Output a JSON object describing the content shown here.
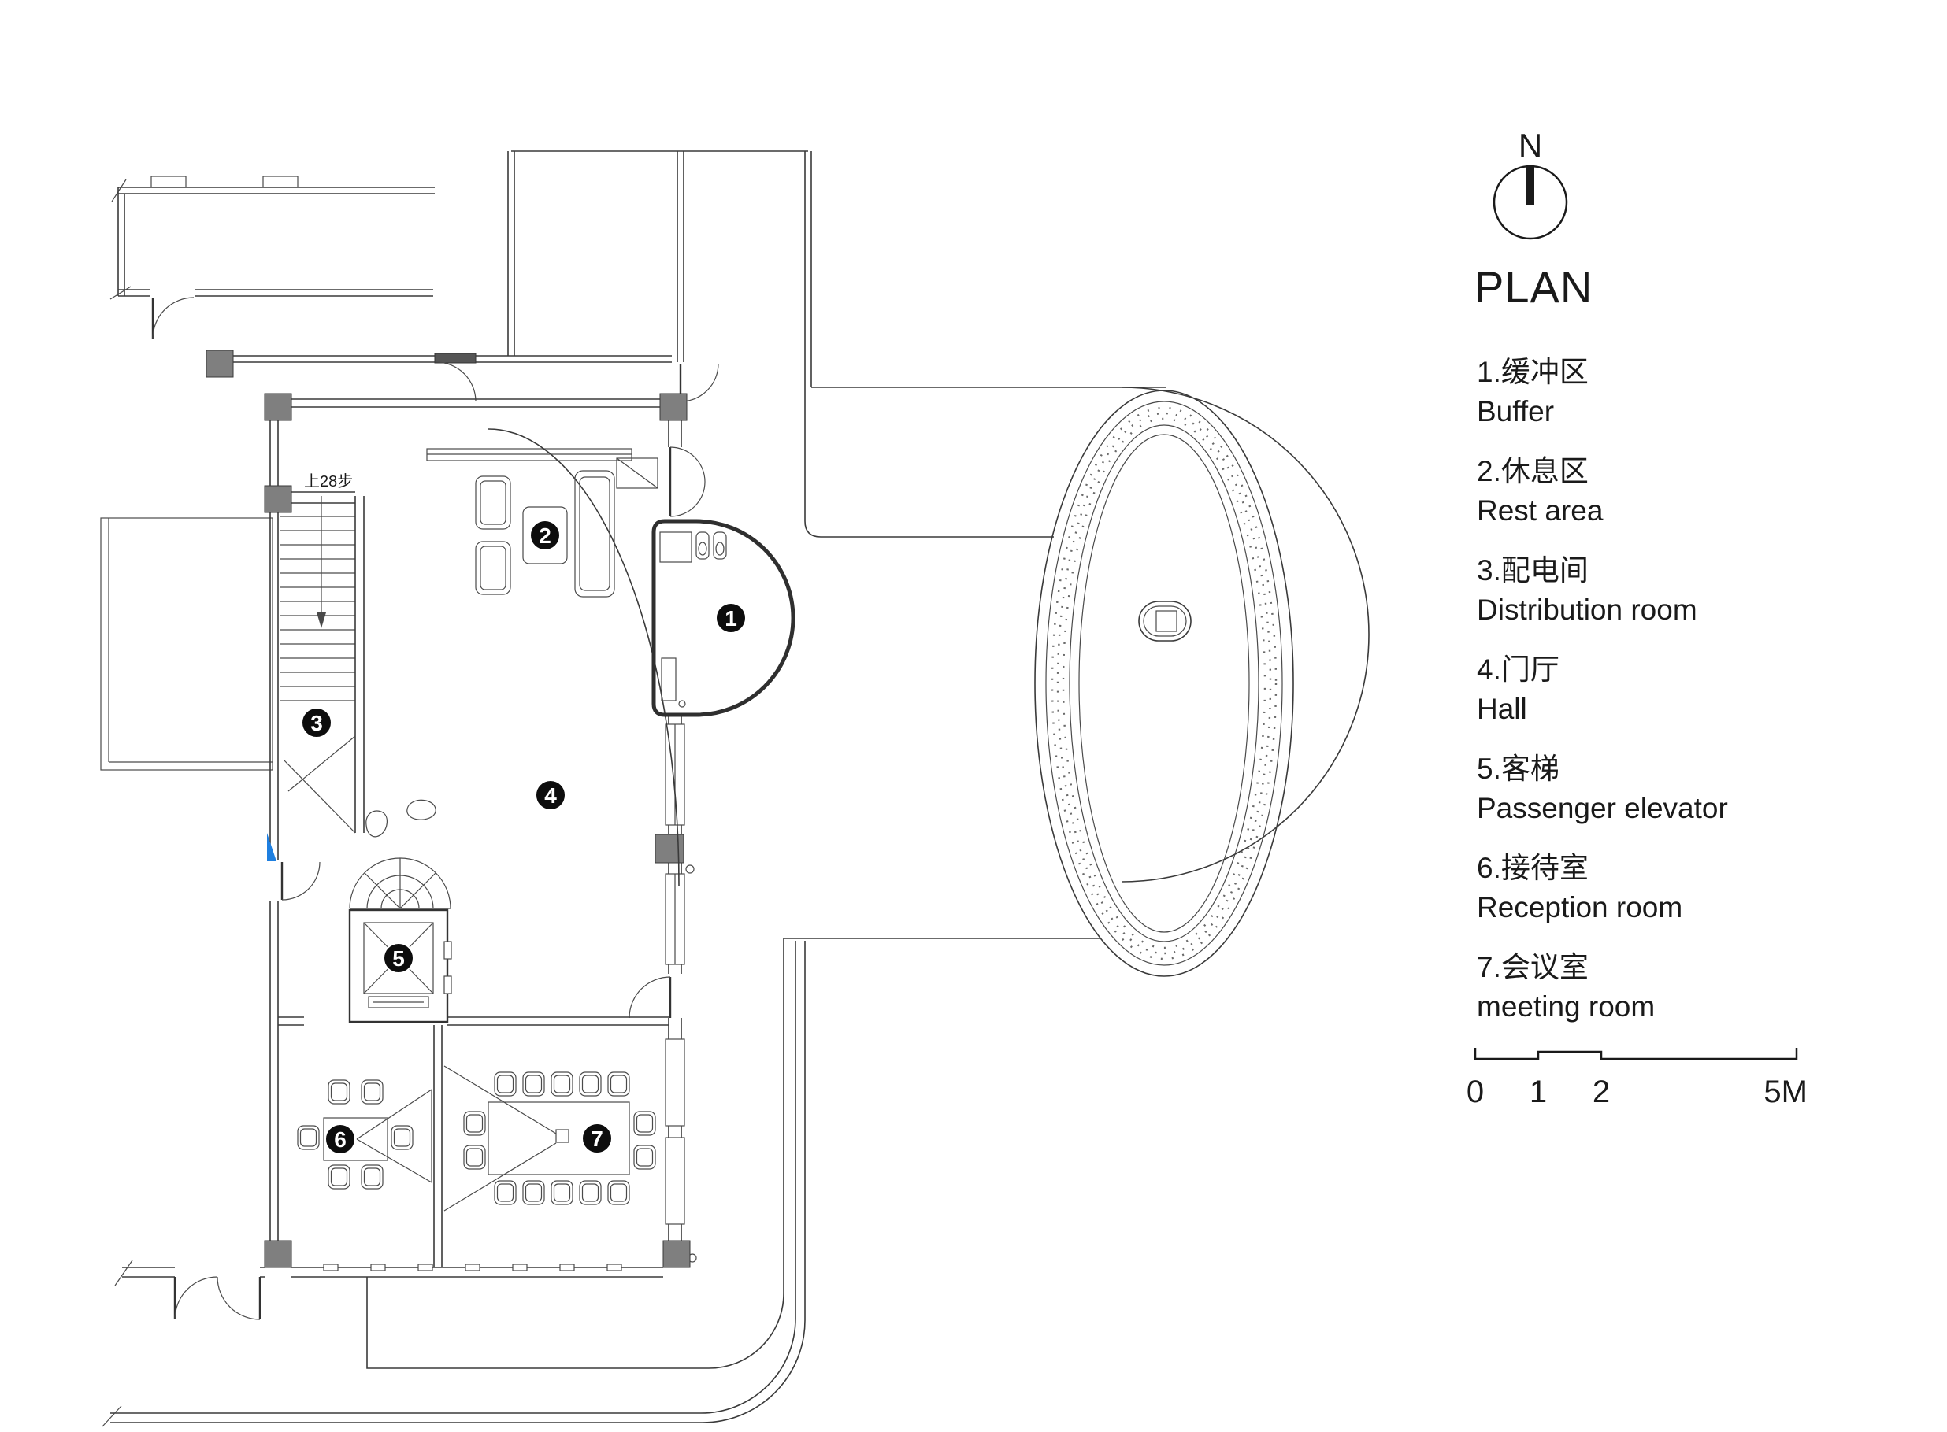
{
  "title": "PLAN",
  "compass": {
    "label": "N"
  },
  "legend": [
    {
      "zh": "1.缓冲区",
      "en": "Buffer"
    },
    {
      "zh": "2.休息区",
      "en": "Rest area"
    },
    {
      "zh": "3.配电间",
      "en": "Distribution room"
    },
    {
      "zh": "4.门厅",
      "en": "Hall"
    },
    {
      "zh": "5.客梯",
      "en": "Passenger elevator"
    },
    {
      "zh": "6.接待室",
      "en": "Reception room"
    },
    {
      "zh": "7.会议室",
      "en": "meeting room"
    }
  ],
  "scale_bar": {
    "ticks": [
      "0",
      "1",
      "2",
      "5M"
    ]
  },
  "markers": [
    {
      "room": "buffer",
      "label": "1"
    },
    {
      "room": "rest-area",
      "label": "2"
    },
    {
      "room": "distribution-room",
      "label": "3"
    },
    {
      "room": "hall",
      "label": "4"
    },
    {
      "room": "passenger-elevator",
      "label": "5"
    },
    {
      "room": "reception-room",
      "label": "6"
    },
    {
      "room": "meeting-room",
      "label": "7"
    }
  ],
  "annotations": {
    "stair_note": "上28步"
  },
  "colors": {
    "line": "#3a3a3a",
    "column_fill": "#7f7f7f",
    "accent_blue": "#1e7fe0",
    "marker_bg": "#0d0d0d"
  }
}
